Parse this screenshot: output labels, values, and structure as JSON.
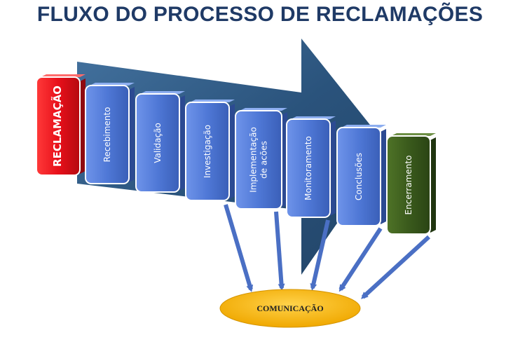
{
  "title": "FLUXO DO PROCESSO DE RECLAMAÇÕES",
  "colors": {
    "title": "#1f3a66",
    "arrow": "#1f4a75",
    "stage_blue": "#4f78d6",
    "start_red": "#e8101a",
    "end_green": "#3a5a1c",
    "communication": "#f7b500",
    "connector": "#4a6fc4"
  },
  "stages": [
    {
      "id": "reclamacao",
      "label": "RECLAMAÇÃO",
      "kind": "start"
    },
    {
      "id": "recebimento",
      "label": "Recebimento",
      "kind": "step"
    },
    {
      "id": "validacao",
      "label": "Validação",
      "kind": "step"
    },
    {
      "id": "investigacao",
      "label": "Investigação",
      "kind": "step"
    },
    {
      "id": "implementacao",
      "label": "Implementação\nde acões",
      "kind": "step"
    },
    {
      "id": "monitoramento",
      "label": "Monitoramento",
      "kind": "step"
    },
    {
      "id": "conclusoes",
      "label": "Conclusões",
      "kind": "step"
    },
    {
      "id": "encerramento",
      "label": "Encerramento",
      "kind": "end"
    }
  ],
  "communication": {
    "label": "COMUNICAÇÃO"
  },
  "connections": [
    "investigacao",
    "implementacao",
    "monitoramento",
    "conclusoes",
    "encerramento"
  ]
}
